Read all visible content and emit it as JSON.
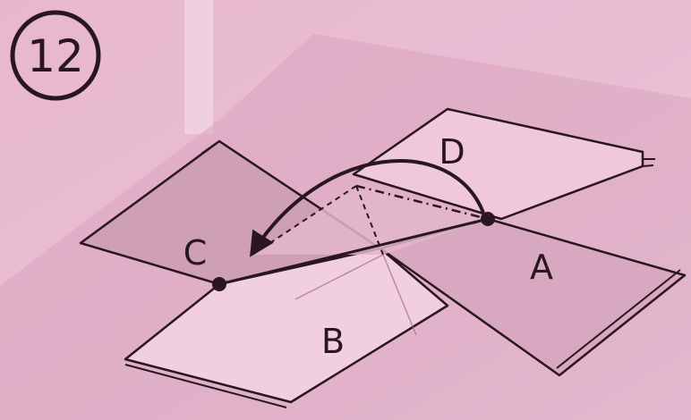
{
  "step_number": "12",
  "panel_labels": {
    "a": "A",
    "b": "B",
    "c": "C",
    "d": "D"
  },
  "colors": {
    "background": "#e6b9d0",
    "paper_light": "#efc8da",
    "paper_shadow": "#cf9fb6",
    "line": "#2a1620"
  },
  "icons": [
    "step-number-circle-icon",
    "curved-arrow-icon",
    "pivot-dot-icon"
  ]
}
